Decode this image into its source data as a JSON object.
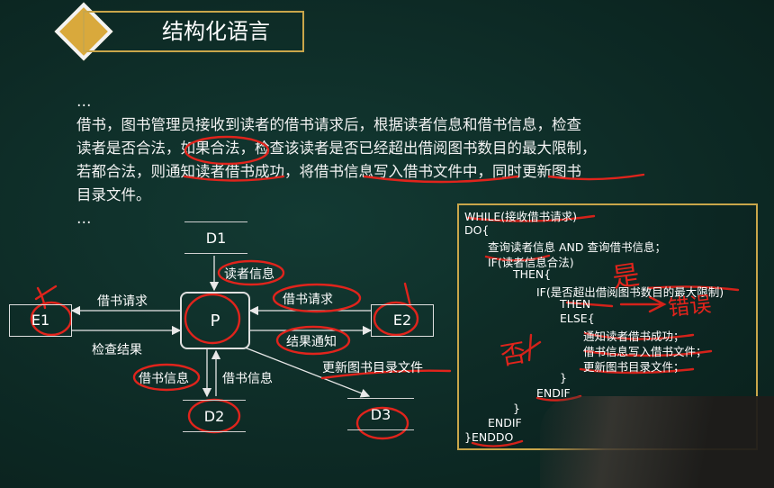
{
  "title": "结构化语言",
  "paragraph": {
    "ellipsis_top": "…",
    "lines": [
      "借书，图书管理员接收到读者的借书请求后，根据读者信息和借书信息，检查",
      "读者是否合法，如果合法，检查该读者是否已经超出借阅图书数目的最大限制，",
      "若都合法，则通知读者借书成功，将借书信息写入借书文件中，同时更新图书",
      "目录文件。"
    ],
    "ellipsis_bottom": "…"
  },
  "diagram": {
    "nodes": {
      "D1": "D1",
      "P": "P",
      "E1": "E1",
      "E2": "E2",
      "D2": "D2",
      "D3": "D3"
    },
    "flows": {
      "d1_p": "读者信息",
      "e1_p_request": "借书请求",
      "p_e1_result": "检查结果",
      "e2_p_request": "借书请求",
      "p_e2_notify": "结果通知",
      "p_d2": "借书信息",
      "d2_p": "借书信息",
      "p_d3": "更新图书目录文件"
    }
  },
  "code": [
    "WHILE(接收借书请求)",
    "DO{",
    "查询读者信息 AND 查询借书信息；",
    "IF(读者信息合法)",
    "THEN{",
    "IF(是否超出借阅图书数目的最大限制)",
    "THEN",
    "ELSE{",
    "通知读者借书成功；",
    "借书信息写入借书文件；",
    "更新图书目录文件；",
    "}",
    "ENDIF",
    "}",
    "ENDIF",
    "}ENDDO"
  ],
  "annotations": {
    "yes": "是",
    "no": "否",
    "wrong": "错误"
  },
  "colors": {
    "background": "#0d2a25",
    "accent_gold": "#c9a64a",
    "diamond": "#d9a93c",
    "annotation_red": "#e0241c"
  }
}
